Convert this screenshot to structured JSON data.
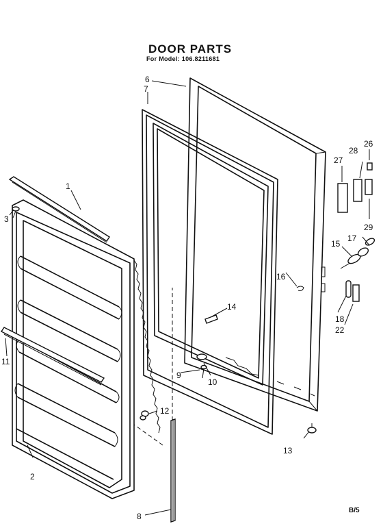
{
  "header": {
    "title": "DOOR PARTS",
    "subtitle": "For Model: 106.8211681"
  },
  "footer": {
    "page_ref": "B/5"
  },
  "callouts": [
    {
      "id": "c1",
      "label": "1"
    },
    {
      "id": "c2",
      "label": "2"
    },
    {
      "id": "c3",
      "label": "3"
    },
    {
      "id": "c6",
      "label": "6"
    },
    {
      "id": "c7",
      "label": "7"
    },
    {
      "id": "c8",
      "label": "8"
    },
    {
      "id": "c9",
      "label": "9"
    },
    {
      "id": "c10",
      "label": "10"
    },
    {
      "id": "c11",
      "label": "11"
    },
    {
      "id": "c12",
      "label": "12"
    },
    {
      "id": "c13",
      "label": "13"
    },
    {
      "id": "c14",
      "label": "14"
    },
    {
      "id": "c15",
      "label": "15"
    },
    {
      "id": "c16",
      "label": "16"
    },
    {
      "id": "c17",
      "label": "17"
    },
    {
      "id": "c18",
      "label": "18"
    },
    {
      "id": "c22",
      "label": "22"
    },
    {
      "id": "c26",
      "label": "26"
    },
    {
      "id": "c27",
      "label": "27"
    },
    {
      "id": "c28",
      "label": "28"
    },
    {
      "id": "c29",
      "label": "29"
    }
  ]
}
